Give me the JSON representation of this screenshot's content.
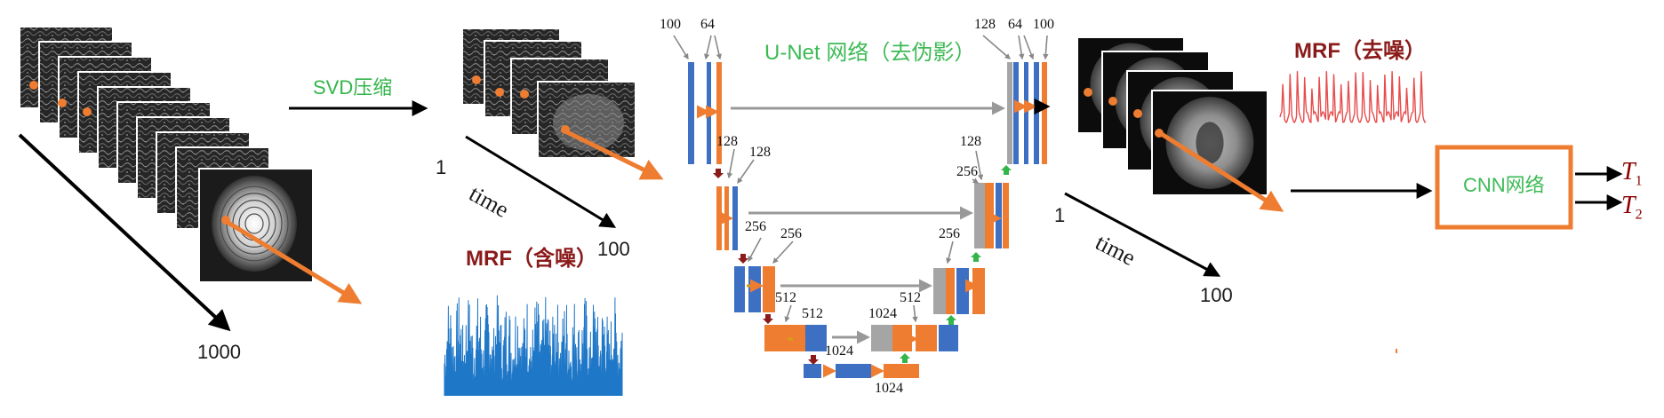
{
  "labels": {
    "svd": "SVD压缩",
    "unet_title": "U-Net 网络（去伪影）",
    "mrf_noisy": "MRF（含噪）",
    "mrf_denoised": "MRF（去噪）",
    "cnn": "CNN网络",
    "time_left": "time",
    "time_right": "time",
    "count_1000": "1000",
    "count_100_left": "100",
    "count_100_right": "100",
    "one_left": "1",
    "one_right": "1",
    "t1_letter": "T",
    "t1_sub": "1",
    "t2_letter": "T",
    "t2_sub": "2"
  },
  "unet_labels": [
    "100",
    "64",
    "128",
    "128",
    "256",
    "256",
    "512",
    "512",
    "1024",
    "1024",
    "1024",
    "512",
    "256",
    "128",
    "128",
    "64",
    "100"
  ],
  "colors": {
    "blue": "#3d6fc2",
    "orange": "#ee7d31",
    "gray": "#a5a5a5",
    "green": "#33b54a",
    "dark_red": "#8b1a1a",
    "signal_blue": "#1f77c8",
    "signal_red": "#e74c4c"
  }
}
